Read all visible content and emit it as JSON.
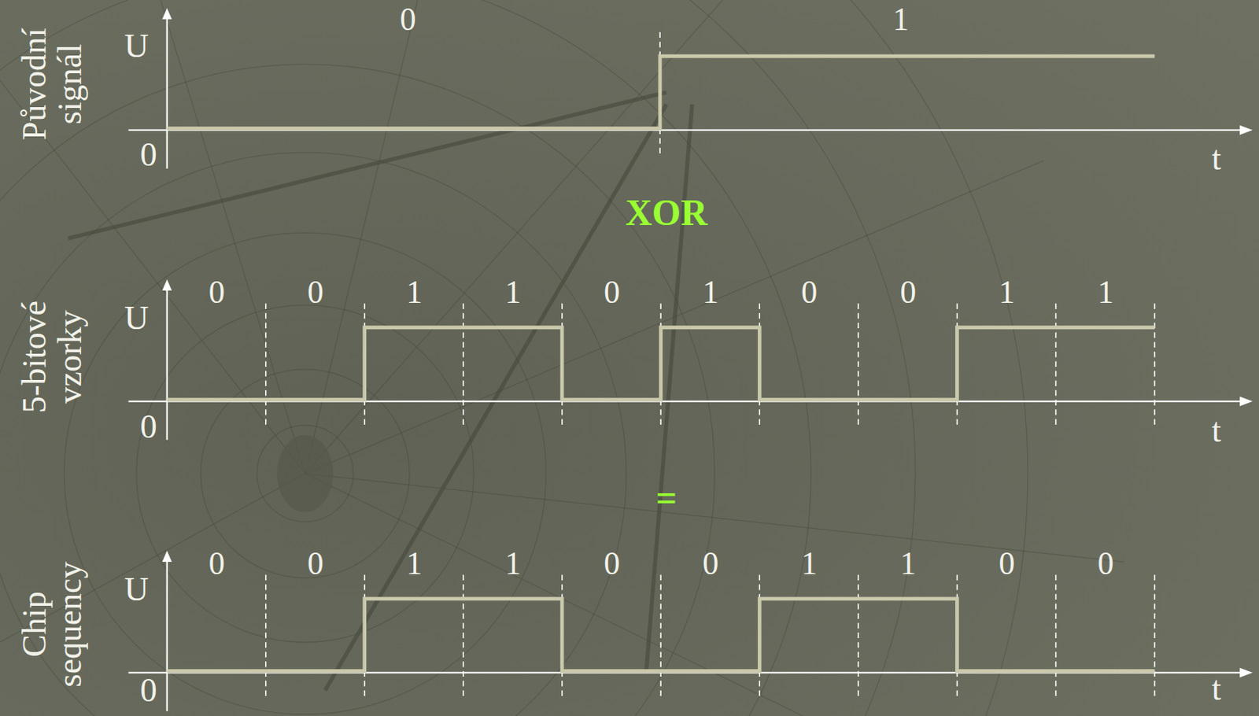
{
  "diagram": {
    "labels": [
      "Původní signál",
      "U",
      "0",
      "t",
      "0",
      "1",
      "XOR",
      "5-bitové vzorky",
      "U",
      "0",
      "t",
      "0",
      "0",
      "1",
      "1",
      "0",
      "1",
      "0",
      "0",
      "1",
      "1",
      "=",
      "Chip sequency",
      "U",
      "0",
      "t",
      "0",
      "0",
      "1",
      "1",
      "0",
      "0",
      "1",
      "1",
      "0",
      "0"
    ]
  }
}
